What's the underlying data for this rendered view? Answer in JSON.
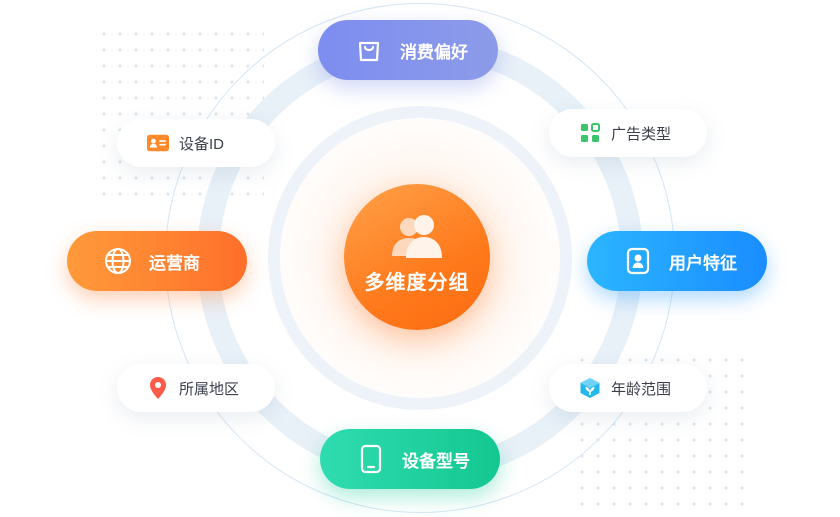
{
  "center": {
    "label": "多维度分组",
    "icon": "user-group-icon",
    "color": "#ff7a1c"
  },
  "nodes": {
    "consumer_preference": {
      "label": "消费偏好",
      "icon": "shopping-bag-icon",
      "color": "#8494ec"
    },
    "device_id": {
      "label": "设备ID",
      "icon": "id-card-icon",
      "color": "#ff8a2c"
    },
    "ad_type": {
      "label": "广告类型",
      "icon": "grid-apps-icon",
      "color": "#3cc46a"
    },
    "carrier": {
      "label": "运营商",
      "icon": "globe-icon",
      "color": "#ff7f2e"
    },
    "user_features": {
      "label": "用户特征",
      "icon": "user-profile-icon",
      "color": "#1e9aff"
    },
    "region": {
      "label": "所属地区",
      "icon": "location-pin-icon",
      "color": "#ff5a4a"
    },
    "age_range": {
      "label": "年龄范围",
      "icon": "cube-leaf-icon",
      "color": "#25b6ea"
    },
    "device_model": {
      "label": "设备型号",
      "icon": "smartphone-icon",
      "color": "#1ccf9c"
    }
  }
}
